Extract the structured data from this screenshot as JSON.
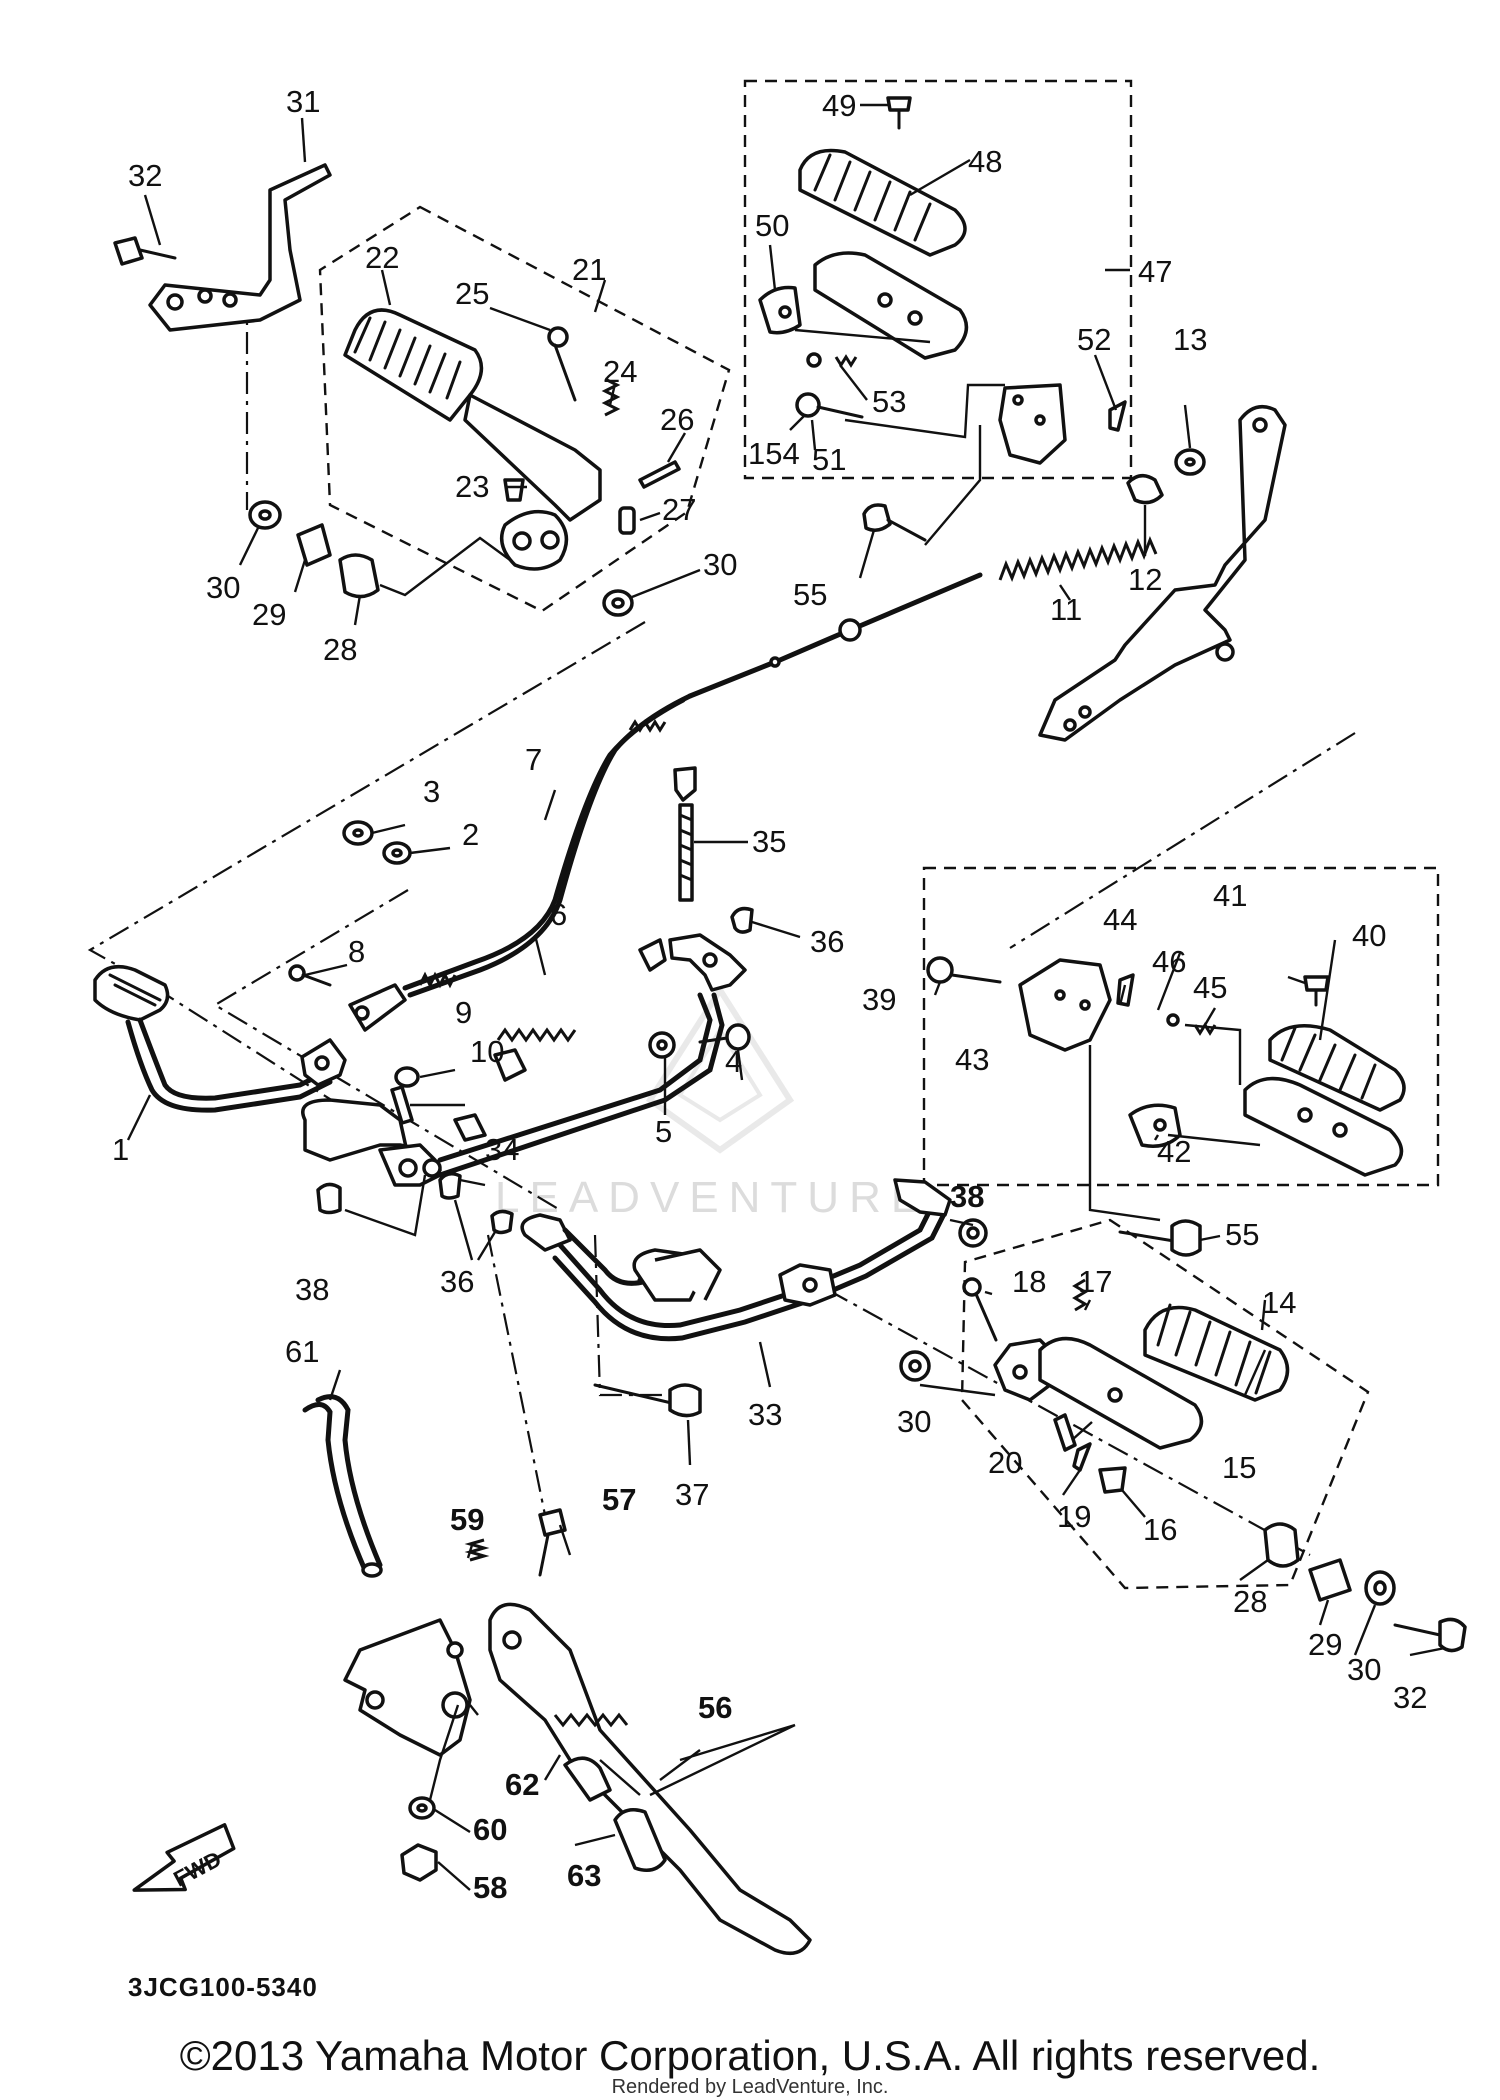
{
  "diagram": {
    "code": "3JCG100-5340",
    "fwd_label": "FWD",
    "watermark": "LEADVENTURE"
  },
  "callouts": {
    "c1": "1",
    "c2": "2",
    "c3": "3",
    "c4": "4",
    "c5": "5",
    "c6": "6",
    "c7": "7",
    "c8": "8",
    "c9": "9",
    "c10": "10",
    "c11": "11",
    "c12": "12",
    "c13": "13",
    "c14": "14",
    "c15": "15",
    "c16": "16",
    "c17": "17",
    "c18": "18",
    "c19": "19",
    "c20": "20",
    "c21": "21",
    "c22": "22",
    "c23": "23",
    "c24": "24",
    "c25": "25",
    "c26": "26",
    "c27": "27",
    "c28a": "28",
    "c28b": "28",
    "c29a": "29",
    "c29b": "29",
    "c30a": "30",
    "c30b": "30",
    "c30c": "30",
    "c30d": "30",
    "c31": "31",
    "c32a": "32",
    "c32b": "32",
    "c33": "33",
    "c34": "34",
    "c35": "35",
    "c36a": "36",
    "c36b": "36",
    "c37": "37",
    "c38a": "38",
    "c38b": "38",
    "c39": "39",
    "c40": "40",
    "c41": "41",
    "c42": "42",
    "c43": "43",
    "c44": "44",
    "c45": "45",
    "c46": "46",
    "c47": "47",
    "c48": "48",
    "c49": "49",
    "c50": "50",
    "c51": "51",
    "c52": "52",
    "c53": "53",
    "c54": "154",
    "c55a": "55",
    "c55b": "55",
    "c56": "56",
    "c57": "57",
    "c58": "58",
    "c59": "59",
    "c60": "60",
    "c61": "61",
    "c62": "62",
    "c63": "63"
  },
  "footer": {
    "copyright": "©2013 Yamaha Motor Corporation, U.S.A. All rights reserved.",
    "rendered_by": "Rendered by LeadVenture, Inc."
  }
}
